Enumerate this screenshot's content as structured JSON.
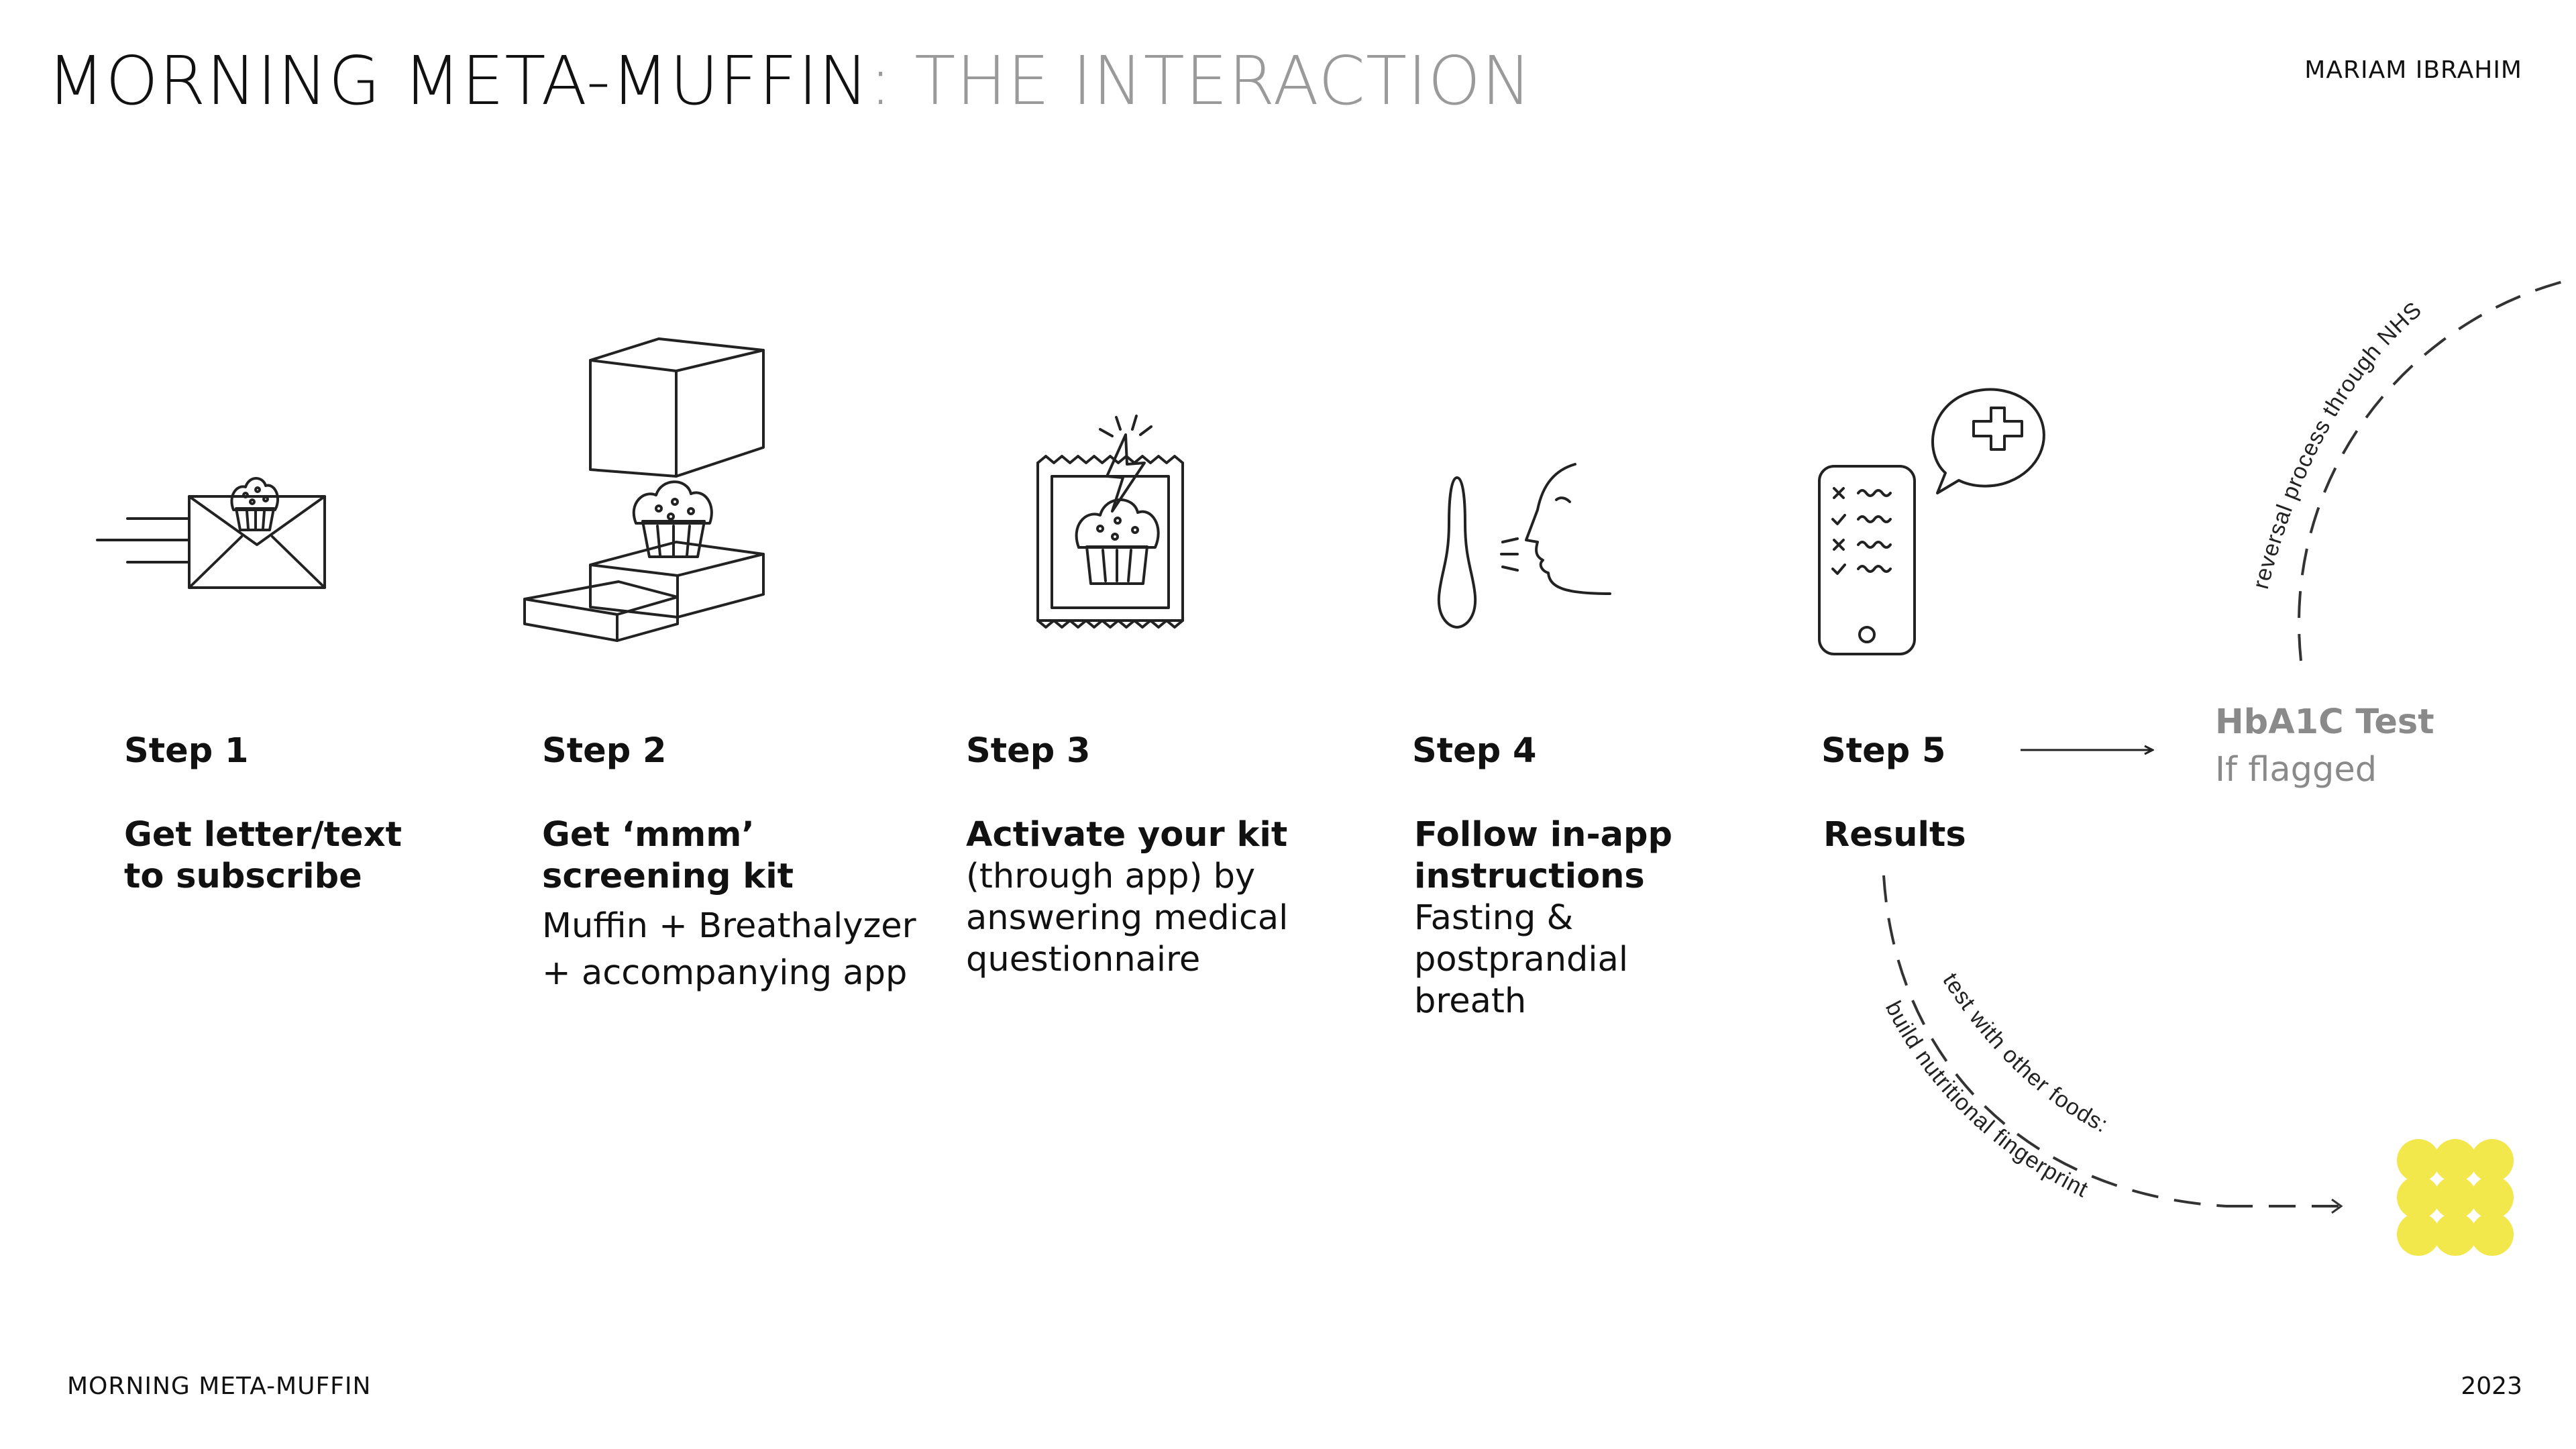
{
  "header": {
    "title_main": "MORNING META-MUFFIN",
    "title_sub": ": THE INTERACTION",
    "author": "MARIAM IBRAHIM"
  },
  "steps": [
    {
      "label": "Step 1",
      "heading": "Get letter/text to subscribe",
      "body": "",
      "icon": "envelope-muffin-icon"
    },
    {
      "label": "Step 2",
      "heading": "Get ‘mmm’ screening kit",
      "body": "Muffin + Breathalyzer + accompanying app",
      "icon": "kit-box-icon"
    },
    {
      "label": "Step 3",
      "heading": "Activate your kit",
      "body": "(through app) by answering medical questionnaire",
      "icon": "muffin-packet-icon"
    },
    {
      "label": "Step 4",
      "heading": "Follow in-app instructions",
      "body": "Fasting & postprandial breath",
      "icon": "breath-test-icon"
    },
    {
      "label": "Step 5",
      "heading": "Results",
      "body": "",
      "icon": "phone-results-icon"
    }
  ],
  "outcome": {
    "title": "HbA1C Test",
    "subtitle": "If flagged"
  },
  "paths": {
    "upper": "reversal process through NHS",
    "lower_1": "test with other foods:",
    "lower_2": "build nutritional fingerprint"
  },
  "footer": {
    "left": "MORNING META-MUFFIN",
    "right": "2023"
  },
  "colors": {
    "accent_yellow": "#f2e74b",
    "muted_gray": "#9a9a9a"
  }
}
